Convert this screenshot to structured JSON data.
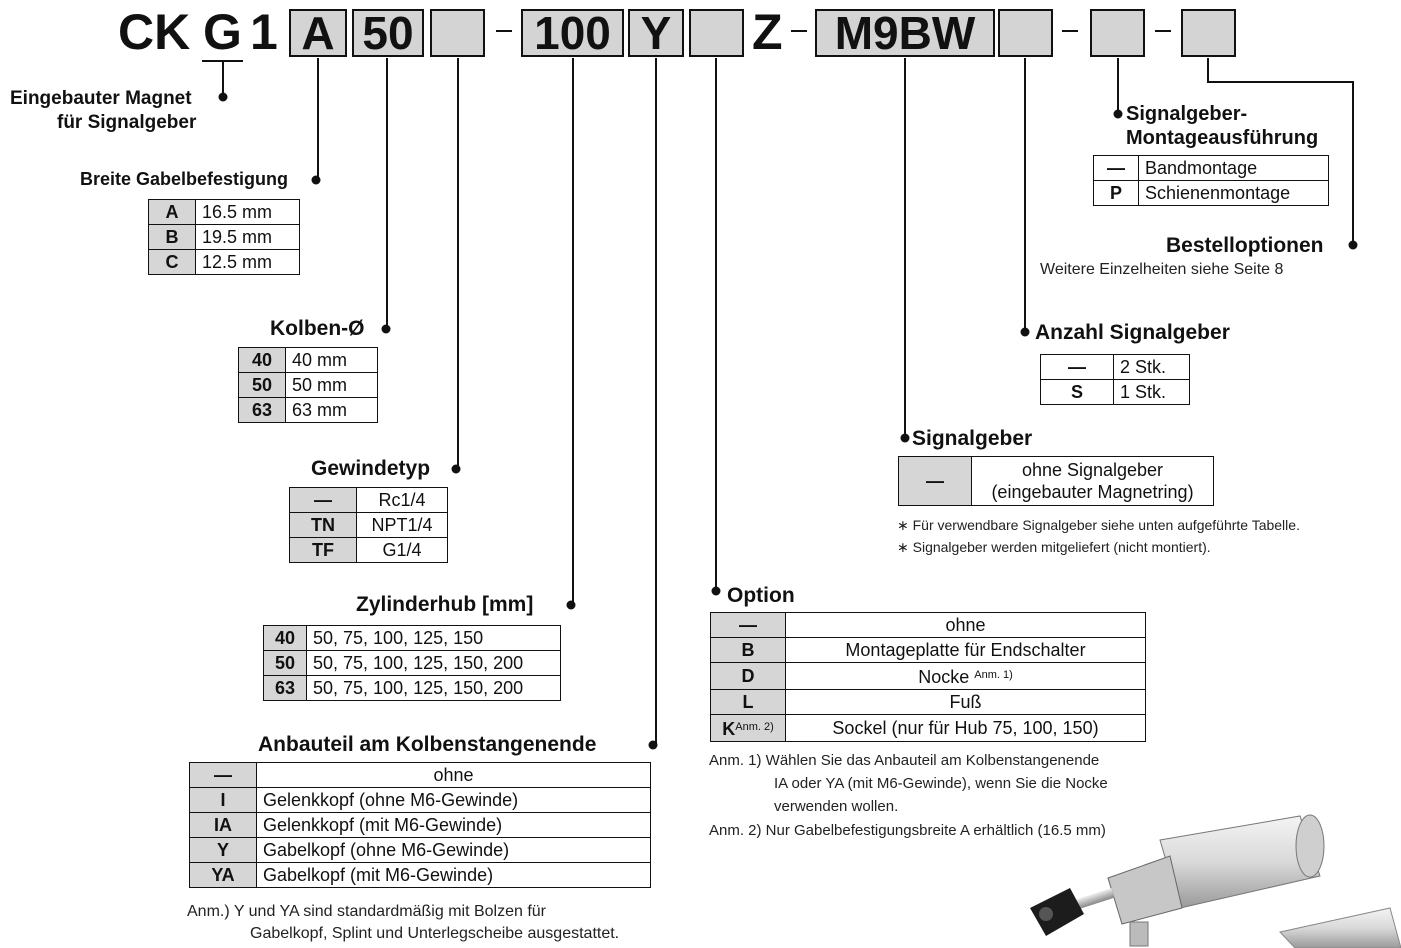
{
  "order_code": {
    "prefix": "CK",
    "g": "G",
    "one": "1",
    "box_a": "A",
    "box_50": "50",
    "dash1": "-",
    "box_100": "100",
    "box_y": "Y",
    "z": "Z",
    "dash2": "-",
    "box_m9bw": "M9BW",
    "dash3": "-",
    "dash4": "-"
  },
  "magnet": {
    "line1": "Eingebauter Magnet",
    "line2": "für Signalgeber"
  },
  "clevis": {
    "title": "Breite Gabelbefestigung",
    "rows": [
      {
        "k": "A",
        "v": "16.5 mm"
      },
      {
        "k": "B",
        "v": "19.5 mm"
      },
      {
        "k": "C",
        "v": "12.5 mm"
      }
    ]
  },
  "bore": {
    "title": "Kolben-Ø",
    "rows": [
      {
        "k": "40",
        "v": "40 mm"
      },
      {
        "k": "50",
        "v": "50 mm"
      },
      {
        "k": "63",
        "v": "63 mm"
      }
    ]
  },
  "thread": {
    "title": "Gewindetyp",
    "rows": [
      {
        "k": "—",
        "v": "Rc1/4"
      },
      {
        "k": "TN",
        "v": "NPT1/4"
      },
      {
        "k": "TF",
        "v": "G1/4"
      }
    ]
  },
  "stroke": {
    "title": "Zylinderhub [mm]",
    "rows": [
      {
        "k": "40",
        "v": "50, 75, 100, 125, 150"
      },
      {
        "k": "50",
        "v": "50, 75, 100, 125, 150, 200"
      },
      {
        "k": "63",
        "v": "50, 75, 100, 125, 150, 200"
      }
    ]
  },
  "rod_end": {
    "title": "Anbauteil am Kolbenstangenende",
    "rows": [
      {
        "k": "—",
        "v": "ohne"
      },
      {
        "k": "I",
        "v": "Gelenkkopf (ohne M6-Gewinde)"
      },
      {
        "k": "IA",
        "v": "Gelenkkopf (mit M6-Gewinde)"
      },
      {
        "k": "Y",
        "v": "Gabelkopf (ohne M6-Gewinde)"
      },
      {
        "k": "YA",
        "v": "Gabelkopf (mit M6-Gewinde)"
      }
    ],
    "note_line1": "Anm.) Y und YA sind standardmäßig mit Bolzen für",
    "note_line2": "Gabelkopf, Splint und Unterlegscheibe ausgestattet."
  },
  "option": {
    "title": "Option",
    "rows": [
      {
        "k": "—",
        "v": "ohne"
      },
      {
        "k": "B",
        "v": "Montageplatte für Endschalter"
      },
      {
        "k": "D",
        "v": "Nocke",
        "sup": "Anm. 1)"
      },
      {
        "k": "L",
        "v": "Fuß"
      },
      {
        "k": "K",
        "ksup": "Anm. 2)",
        "v": "Sockel (nur für Hub 75, 100, 150)"
      }
    ],
    "note1_line1": "Anm. 1) Wählen Sie das Anbauteil am Kolbenstangenende",
    "note1_line2": "IA oder YA (mit M6-Gewinde), wenn Sie die Nocke",
    "note1_line3": "verwenden wollen.",
    "note2": "Anm. 2) Nur Gabelbefestigungsbreite A erhältlich (16.5 mm)"
  },
  "switch": {
    "title": "Signalgeber",
    "key": "—",
    "value_line1": "ohne Signalgeber",
    "value_line2": "(eingebauter Magnetring)",
    "note1": "∗ Für verwendbare Signalgeber siehe unten aufgeführte Tabelle.",
    "note2": "∗ Signalgeber werden mitgeliefert (nicht montiert)."
  },
  "switch_count": {
    "title": "Anzahl Signalgeber",
    "rows": [
      {
        "k": "—",
        "v": "2 Stk."
      },
      {
        "k": "S",
        "v": "1 Stk."
      }
    ]
  },
  "mounting": {
    "title_line1": "Signalgeber-",
    "title_line2": "Montageausführung",
    "rows": [
      {
        "k": "—",
        "v": "Bandmontage"
      },
      {
        "k": "P",
        "v": "Schienenmontage"
      }
    ]
  },
  "made_to_order": {
    "title": "Bestelloptionen",
    "note": "Weitere Einzelheiten siehe Seite 8"
  },
  "colors": {
    "code_box": "#d4d4d4",
    "key_cell": "#d6d6d6",
    "line": "#111111"
  }
}
